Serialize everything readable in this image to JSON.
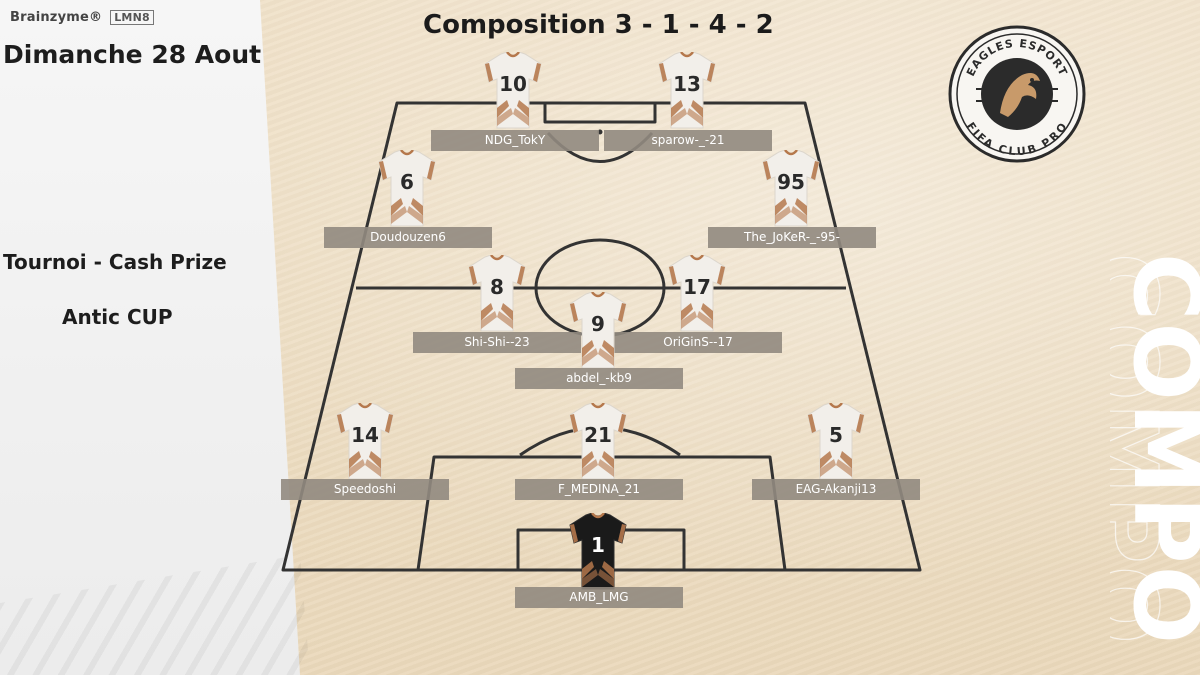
{
  "header": {
    "sponsors": [
      "Brainzyme®",
      "LMN8"
    ],
    "date": "Dimanche 28 Aout",
    "formation_title": "Composition 3 - 1 - 4 - 2"
  },
  "event": {
    "line1": "Tournoi - Cash Prize",
    "line2": "Antic CUP"
  },
  "logo": {
    "top_text": "EAGLES ESPORT",
    "bottom_text": "FIFA CLUB PRO"
  },
  "side_word": "COMPO",
  "colors": {
    "background": "#efdfc5",
    "pitch_line": "#333333",
    "name_plate": "#918a80",
    "jersey_white": "#f2efea",
    "jersey_trim": "#b5784c",
    "goalkeeper_jersey": "#1a1a1a"
  },
  "players": [
    {
      "number": "10",
      "name": "NDG_TokY"
    },
    {
      "number": "13",
      "name": "sparow-_-21"
    },
    {
      "number": "6",
      "name": "Doudouzen6"
    },
    {
      "number": "95",
      "name": "The_JoKeR-_-95-"
    },
    {
      "number": "8",
      "name": "Shi-Shi--23"
    },
    {
      "number": "17",
      "name": "OriGinS--17"
    },
    {
      "number": "9",
      "name": "abdel_-kb9"
    },
    {
      "number": "14",
      "name": "Speedoshi"
    },
    {
      "number": "21",
      "name": "F_MEDINA_21"
    },
    {
      "number": "5",
      "name": "EAG-Akanji13"
    },
    {
      "number": "1",
      "name": "AMB_LMG"
    }
  ]
}
